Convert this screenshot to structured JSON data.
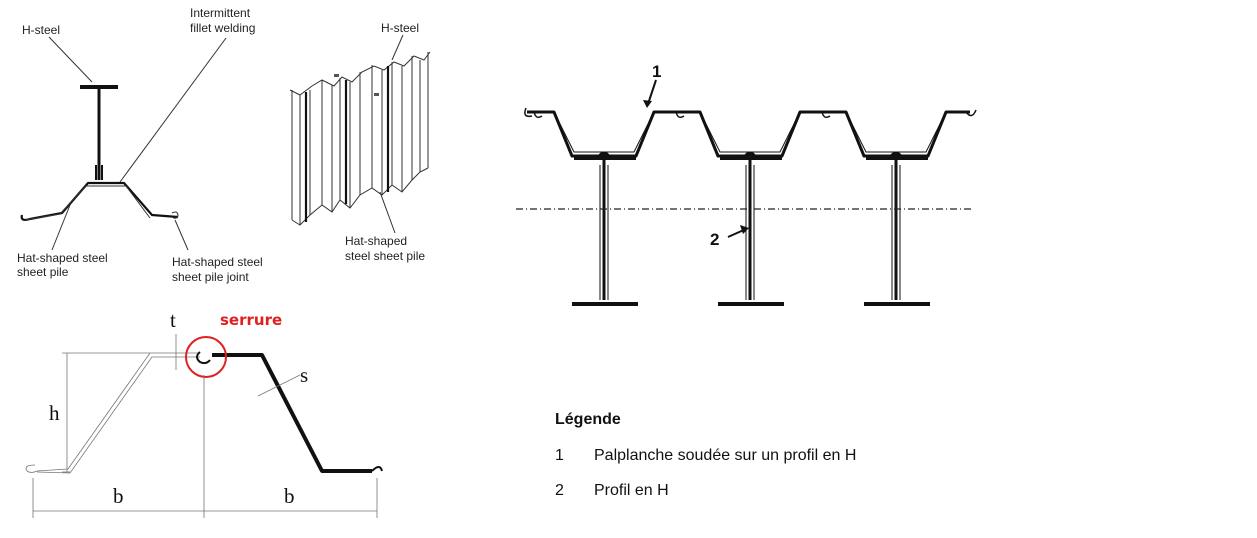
{
  "fig1": {
    "h_steel": "H-steel",
    "welding_line1": "Intermittent",
    "welding_line2": "fillet welding",
    "hat_pile_line1": "Hat-shaped steel",
    "hat_pile_line2": "sheet pile",
    "joint_line1": "Hat-shaped steel",
    "joint_line2": "sheet pile joint"
  },
  "fig2": {
    "h_steel": "H-steel",
    "hat_line1": "Hat-shaped",
    "hat_line2": "steel sheet pile"
  },
  "fig3": {
    "t": "t",
    "serrure": "serrure",
    "s": "s",
    "h": "h",
    "b_left": "b",
    "b_right": "b"
  },
  "fig4": {
    "marker1": "1",
    "marker2": "2"
  },
  "legend": {
    "title": "Légende",
    "items": [
      {
        "num": "1",
        "text": "Palplanche soudée sur un profil en H"
      },
      {
        "num": "2",
        "text": "Profil en H"
      }
    ]
  },
  "colors": {
    "accent": "#e02020",
    "ink": "#111111"
  }
}
